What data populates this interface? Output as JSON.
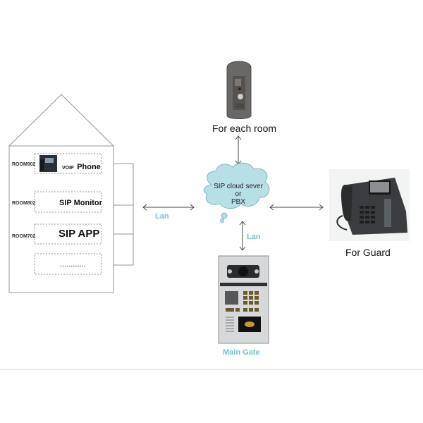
{
  "diagram": {
    "house": {
      "rooms": [
        {
          "room": "ROOM902",
          "device_prefix": "VOIP",
          "device": "Phone"
        },
        {
          "room": "ROOM802",
          "device_prefix": "",
          "device": "SIP Monitor"
        },
        {
          "room": "ROOM702",
          "device_prefix": "",
          "device": "SIP APP"
        },
        {
          "room": "",
          "device_prefix": "",
          "device": "............"
        }
      ]
    },
    "cloud": {
      "line1": "SIP cloud sever",
      "line2": "or",
      "line3": "PBX"
    },
    "links": {
      "left_label": "Lan",
      "bottom_label": "Lan"
    },
    "door_station": {
      "caption": "For each room"
    },
    "guard_phone": {
      "caption": "For Guard"
    },
    "main_gate": {
      "caption": "Main Gate"
    },
    "colors": {
      "cloud_fill": "#b7dfe6",
      "lan_text": "#6fc0d0",
      "outline": "#8a9a9a"
    }
  }
}
